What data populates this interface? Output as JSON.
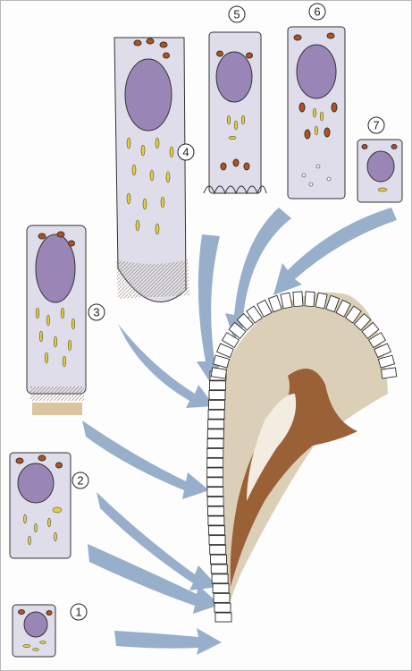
{
  "labels": [
    "1",
    "2",
    "3",
    "4",
    "5",
    "6",
    "7"
  ],
  "colors": {
    "arrow": "#8fa9c6",
    "cell_fill": "#dedde9",
    "nucleus": "#9a86b6",
    "organelle_orange": "#b5521c",
    "granule_yellow": "#e4cd3c",
    "dentin_brown": "#9a6036",
    "predentin_beige": "#dccfb8"
  },
  "icons": [
    "cell-stage-illustration",
    "arrow",
    "tooth-crown-section"
  ]
}
